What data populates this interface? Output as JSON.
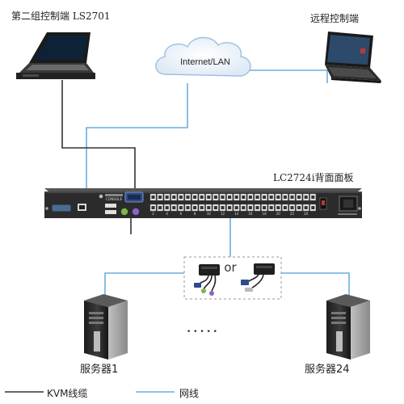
{
  "labels": {
    "console2": "第二组控制端  LS2701",
    "remote": "远程控制端",
    "cloud": "Internet/LAN",
    "panel": "LC2724i背面面板",
    "console_port": "CONSOLE",
    "or": "or",
    "server1": "服务器1",
    "server24": "服务器24",
    "dots": "• • • • •",
    "legend_kvm": "KVM线缆",
    "legend_net": "网线"
  },
  "port_numbers": [
    "2",
    "4",
    "6",
    "8",
    "10",
    "12",
    "14",
    "16",
    "18",
    "20",
    "22",
    "24"
  ],
  "colors": {
    "kvm_line": "#333333",
    "net_line": "#6aaee0",
    "chassis": "#2b2b2b",
    "cloud": "#e8f2fb"
  },
  "icons": [
    "laptop-icon",
    "lcd-console-icon",
    "cloud-icon",
    "kvm-switch-icon",
    "kvm-adapter-icon",
    "server-tower-icon"
  ]
}
